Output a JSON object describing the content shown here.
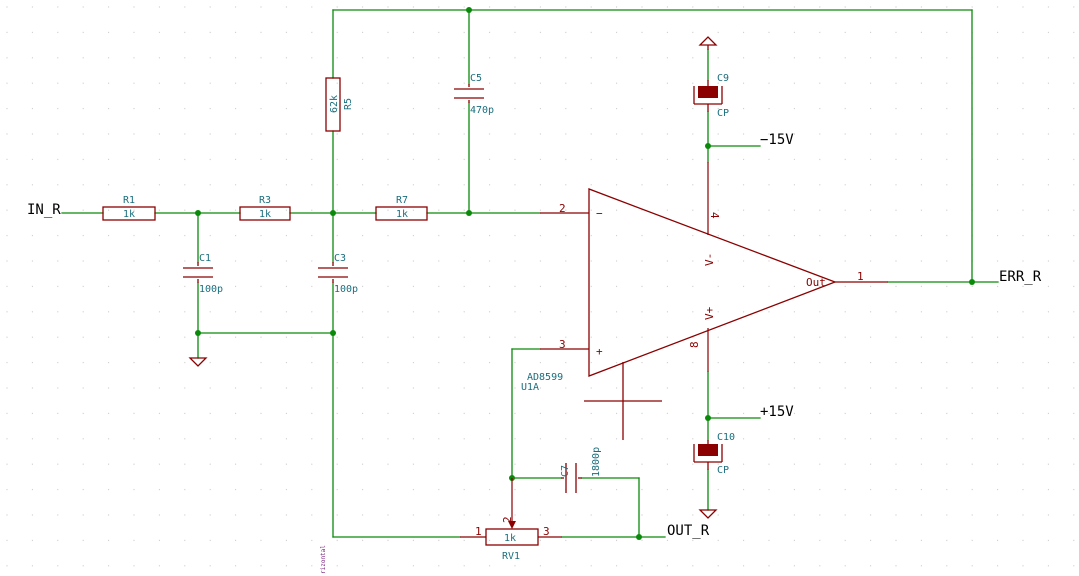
{
  "nets": {
    "in": "IN_R",
    "err": "ERR_R",
    "out": "OUT_R",
    "vneg": "−15V",
    "vpos": "+15V"
  },
  "parts": {
    "r1": {
      "ref": "R1",
      "value": "1k"
    },
    "r3": {
      "ref": "R3",
      "value": "1k"
    },
    "r7": {
      "ref": "R7",
      "value": "1k"
    },
    "r5": {
      "ref": "R5",
      "value": "62k"
    },
    "c1": {
      "ref": "C1",
      "value": "100p"
    },
    "c3": {
      "ref": "C3",
      "value": "100p"
    },
    "c5": {
      "ref": "C5",
      "value": "470p"
    },
    "c7": {
      "ref": "C7",
      "value": "1800p"
    },
    "c9": {
      "ref": "C9",
      "value": "CP"
    },
    "c10": {
      "ref": "C10",
      "value": "CP"
    },
    "rv1": {
      "ref": "RV1",
      "value": "1k",
      "pin1": "1",
      "pin2": "2",
      "pin3": "3"
    },
    "u1": {
      "ref": "U1A",
      "value": "AD8599",
      "pin_inv": "2",
      "pin_noninv": "3",
      "pin_out": "1",
      "pin_vneg": "4",
      "pin_vpos": "8",
      "sym_inv": "−",
      "sym_noninv": "+",
      "name_vneg": "V-",
      "name_vpos": "V+",
      "name_out": "Out"
    }
  },
  "footer": {
    "tag": "rizontal"
  }
}
